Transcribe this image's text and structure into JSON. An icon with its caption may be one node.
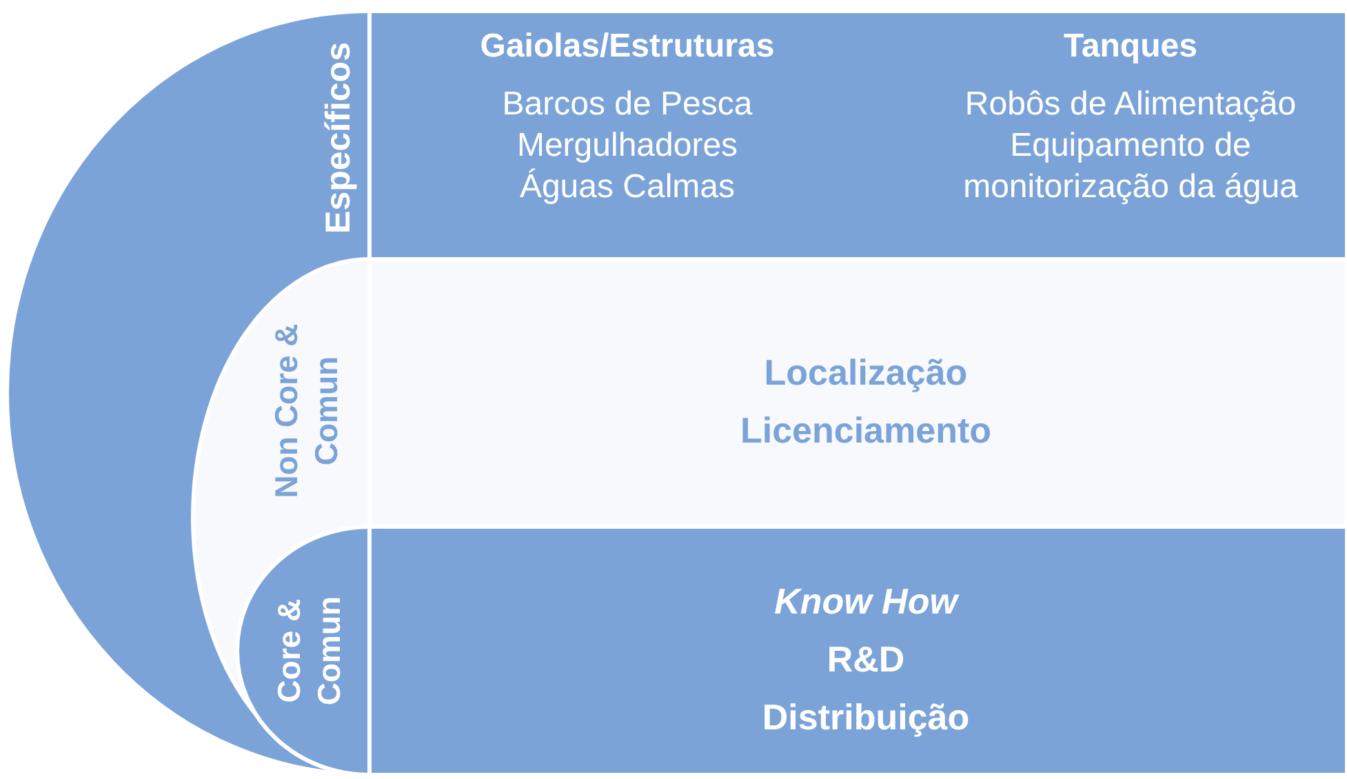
{
  "diagram": {
    "nodes": [
      {
        "text": [
          "Específicos",
          "Gaiolas/Estruturas",
          "Barcos de Pesca Mergulhadores Águas Calmas",
          "Tanques",
          "Robôs de Alimentação Equipamento de monitorização da água"
        ]
      },
      {
        "text": [
          "Non Core & Comun",
          "Localização",
          "Licenciamento"
        ]
      },
      {
        "text": [
          "Core & Comun",
          "Know How",
          "R&D",
          "Distribuição"
        ]
      }
    ]
  }
}
